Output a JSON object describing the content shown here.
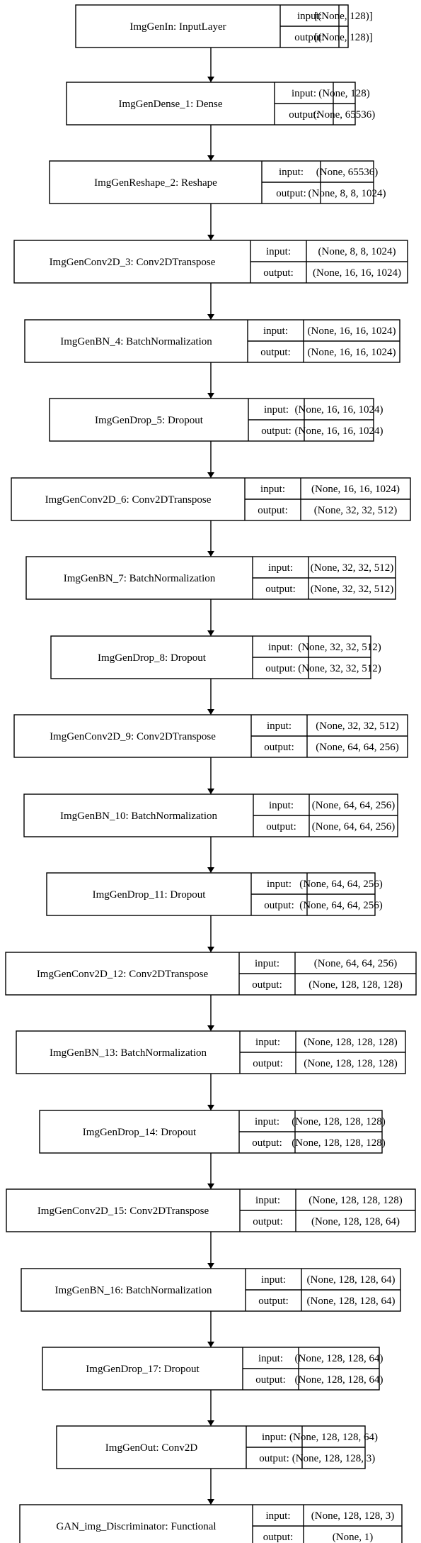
{
  "diagram": {
    "input_label": "input:",
    "output_label": "output:",
    "layers": [
      {
        "name": "ImgGenIn: InputLayer",
        "input": "[(None, 128)]",
        "output": "[(None, 128)]"
      },
      {
        "name": "ImgGenDense_1: Dense",
        "input": "(None, 128)",
        "output": "(None, 65536)"
      },
      {
        "name": "ImgGenReshape_2: Reshape",
        "input": "(None, 65536)",
        "output": "(None, 8, 8, 1024)"
      },
      {
        "name": "ImgGenConv2D_3: Conv2DTranspose",
        "input": "(None, 8, 8, 1024)",
        "output": "(None, 16, 16, 1024)"
      },
      {
        "name": "ImgGenBN_4: BatchNormalization",
        "input": "(None, 16, 16, 1024)",
        "output": "(None, 16, 16, 1024)"
      },
      {
        "name": "ImgGenDrop_5: Dropout",
        "input": "(None, 16, 16, 1024)",
        "output": "(None, 16, 16, 1024)"
      },
      {
        "name": "ImgGenConv2D_6: Conv2DTranspose",
        "input": "(None, 16, 16, 1024)",
        "output": "(None, 32, 32, 512)"
      },
      {
        "name": "ImgGenBN_7: BatchNormalization",
        "input": "(None, 32, 32, 512)",
        "output": "(None, 32, 32, 512)"
      },
      {
        "name": "ImgGenDrop_8: Dropout",
        "input": "(None, 32, 32, 512)",
        "output": "(None, 32, 32, 512)"
      },
      {
        "name": "ImgGenConv2D_9: Conv2DTranspose",
        "input": "(None, 32, 32, 512)",
        "output": "(None, 64, 64, 256)"
      },
      {
        "name": "ImgGenBN_10: BatchNormalization",
        "input": "(None, 64, 64, 256)",
        "output": "(None, 64, 64, 256)"
      },
      {
        "name": "ImgGenDrop_11: Dropout",
        "input": "(None, 64, 64, 256)",
        "output": "(None, 64, 64, 256)"
      },
      {
        "name": "ImgGenConv2D_12: Conv2DTranspose",
        "input": "(None, 64, 64, 256)",
        "output": "(None, 128, 128, 128)"
      },
      {
        "name": "ImgGenBN_13: BatchNormalization",
        "input": "(None, 128, 128, 128)",
        "output": "(None, 128, 128, 128)"
      },
      {
        "name": "ImgGenDrop_14: Dropout",
        "input": "(None, 128, 128, 128)",
        "output": "(None, 128, 128, 128)"
      },
      {
        "name": "ImgGenConv2D_15: Conv2DTranspose",
        "input": "(None, 128, 128, 128)",
        "output": "(None, 128, 128, 64)"
      },
      {
        "name": "ImgGenBN_16: BatchNormalization",
        "input": "(None, 128, 128, 64)",
        "output": "(None, 128, 128, 64)"
      },
      {
        "name": "ImgGenDrop_17: Dropout",
        "input": "(None, 128, 128, 64)",
        "output": "(None, 128, 128, 64)"
      },
      {
        "name": "ImgGenOut: Conv2D",
        "input": "(None, 128, 128, 64)",
        "output": "(None, 128, 128, 3)"
      },
      {
        "name": "GAN_img_Discriminator: Functional",
        "input": "(None, 128, 128, 3)",
        "output": "(None, 1)"
      }
    ]
  }
}
